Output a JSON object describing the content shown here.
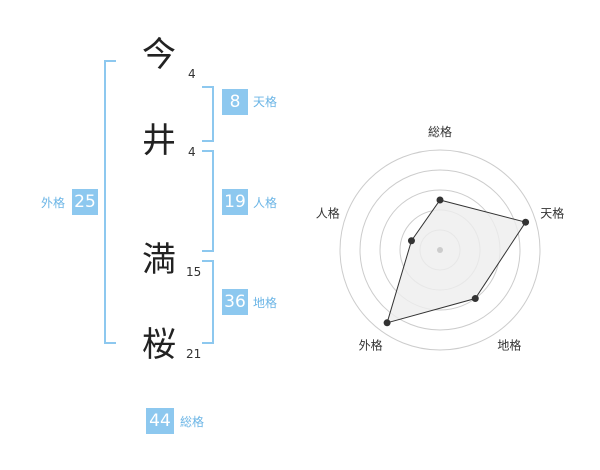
{
  "name": {
    "chars": [
      {
        "char": "今",
        "strokes": "4"
      },
      {
        "char": "井",
        "strokes": "4"
      },
      {
        "char": "満",
        "strokes": "15"
      },
      {
        "char": "桜",
        "strokes": "21"
      }
    ]
  },
  "kaku": {
    "tenkaku": {
      "value": "8",
      "label": "天格"
    },
    "jinkaku": {
      "value": "19",
      "label": "人格"
    },
    "chikaku": {
      "value": "36",
      "label": "地格"
    },
    "gaikaku": {
      "value": "25",
      "label": "外格"
    },
    "soukaku": {
      "value": "44",
      "label": "総格"
    }
  },
  "radar": {
    "axes": [
      "総格",
      "天格",
      "地格",
      "外格",
      "人格"
    ],
    "values": [
      0.5,
      0.9,
      0.6,
      0.9,
      0.3
    ],
    "colors": {
      "fill": "#eeeeee",
      "line": "#333333",
      "grid": "#cccccc",
      "center": "#cccccc"
    }
  },
  "colors": {
    "accent": "#8dc8ef"
  }
}
